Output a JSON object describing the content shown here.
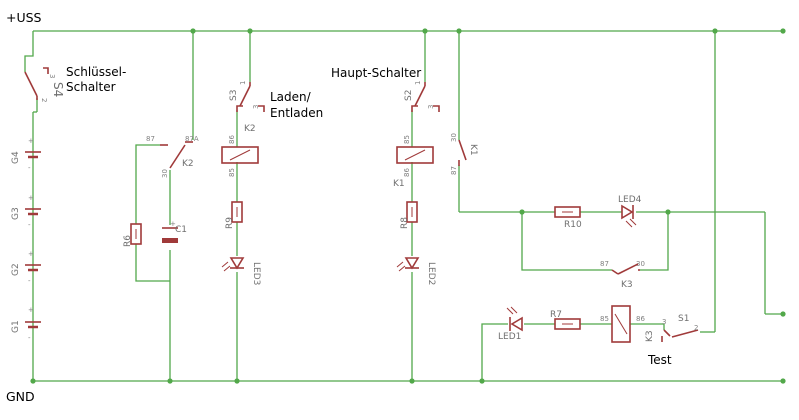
{
  "rails": {
    "top": "+USS",
    "bottom": "GND"
  },
  "labels": {
    "key_switch_line1": "Schlüssel-",
    "key_switch_line2": "Schalter",
    "charge_line1": "Laden/",
    "charge_line2": "Entladen",
    "main_switch": "Haupt-Schalter",
    "test": "Test"
  },
  "refs": {
    "S4": "S4",
    "S3": "S3",
    "S2": "S2",
    "S1": "S1",
    "K1": "K1",
    "K2": "K2",
    "K3": "K3",
    "G1": "G1",
    "G2": "G2",
    "G3": "G3",
    "G4": "G4",
    "R6": "R6",
    "R7": "R7",
    "R8": "R8",
    "R9": "R9",
    "R10": "R10",
    "C1": "C1",
    "LED1": "LED1",
    "LED2": "LED2",
    "LED3": "LED3",
    "LED4": "LED4"
  },
  "pins": {
    "p1": "1",
    "p2": "2",
    "p3": "3",
    "p30": "30",
    "p85": "85",
    "p86": "86",
    "p87": "87",
    "p87a": "87A",
    "plus": "+",
    "minus": "-"
  },
  "colors": {
    "wire": "#52a84a",
    "component": "#a03a3a",
    "text": "#000000",
    "refdes": "#707070"
  }
}
